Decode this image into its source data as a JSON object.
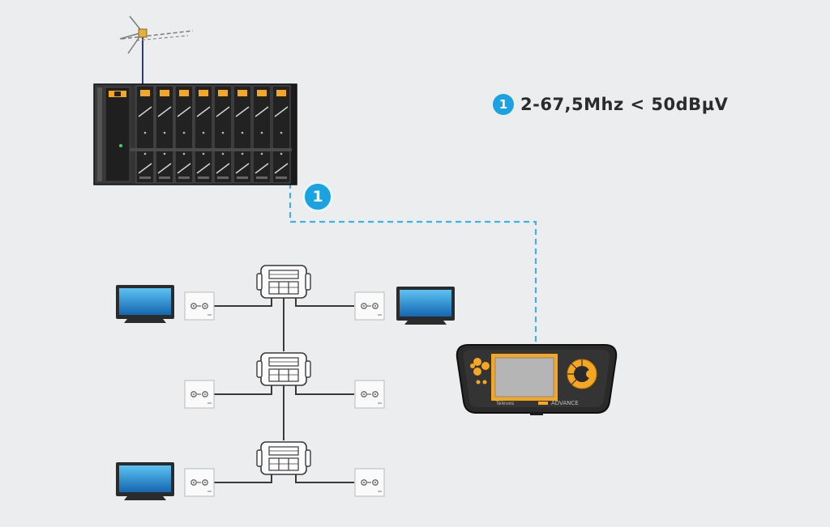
{
  "legend": {
    "marker": "1",
    "text": "2-67,5Mhz < 50dBµV"
  },
  "cable_marker": "1",
  "meter": {
    "brand": "Televes",
    "model": "ADVANCE"
  },
  "colors": {
    "background": "#ecedee",
    "marker_blue": "#1aa3e0",
    "cable_dashed": "#45b0e6",
    "headend_orange": "#f5a623",
    "screen_blue": "#1f7fc4"
  },
  "icons": {
    "antenna": "antenna-icon",
    "headend": "headend-rack-icon",
    "splitter": "splitter-icon",
    "outlet": "wall-outlet-icon",
    "tv": "tv-icon",
    "meter": "field-meter-icon"
  }
}
